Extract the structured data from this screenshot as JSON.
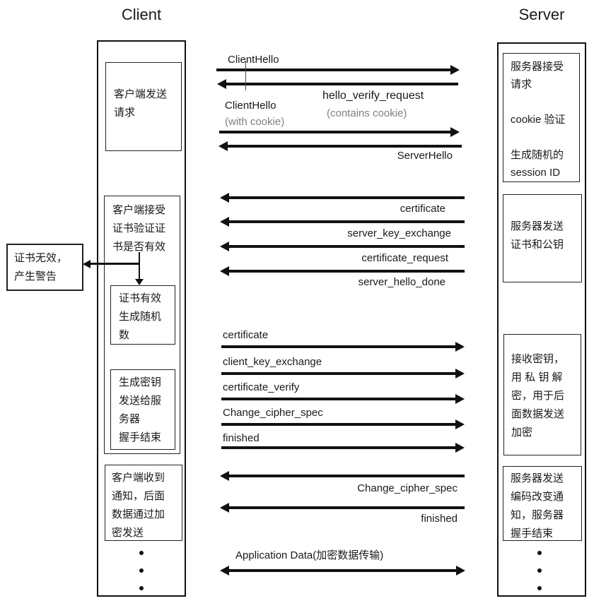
{
  "titles": {
    "client": "Client",
    "server": "Server"
  },
  "client": {
    "box_request": {
      "lines": [
        "客户端发送",
        "请求"
      ]
    },
    "box_accept": {
      "lines": [
        "客户端接受",
        "证书验证证",
        "书是否有效"
      ]
    },
    "box_valid": {
      "lines": [
        "证书有效",
        "生成随机",
        "数"
      ]
    },
    "box_genkey": {
      "lines": [
        "生成密钥",
        "发送给服",
        "务器",
        "握手结束"
      ]
    },
    "box_notice": {
      "lines": [
        "客户端收到",
        "通知，后面",
        "数据通过加",
        "密发送"
      ]
    },
    "ellipsis_dots": 3
  },
  "server": {
    "box_accept": {
      "lines": [
        "服务器接受",
        "请求",
        "",
        "cookie 验证",
        "",
        "生成随机的",
        "session ID"
      ]
    },
    "box_sendcert": {
      "lines": [
        "服务器发送",
        "证书和公钥"
      ]
    },
    "box_recvkey": {
      "lines": [
        "接收密钥，",
        "用 私 钥 解",
        "密，用于后",
        "面数据发送",
        "加密"
      ]
    },
    "box_change": {
      "lines": [
        "服务器发送",
        "编码改变通",
        "知，服务器",
        "握手结束"
      ]
    },
    "ellipsis_dots": 3
  },
  "warning": {
    "lines": [
      "证书无效，",
      "产生警告"
    ]
  },
  "messages": {
    "client_hello_1": "ClientHello",
    "hello_verify_request": "hello_verify_request",
    "contains_cookie": "(contains cookie)",
    "client_hello_2": "ClientHello",
    "with_cookie": "(with cookie)",
    "server_hello": "ServerHello",
    "certificate_s2c": "certificate",
    "server_key_exchange": "server_key_exchange",
    "certificate_request": "certificate_request",
    "server_hello_done": "server_hello_done",
    "certificate_c2s": "certificate",
    "client_key_exchange": "client_key_exchange",
    "certificate_verify": "certificate_verify",
    "change_cipher_spec_c2s": "Change_cipher_spec",
    "finished_c2s": "finished",
    "change_cipher_spec_s2c": "Change_cipher_spec",
    "finished_s2c": "finished",
    "application_data": "Application Data(加密数据传输)"
  },
  "colors": {
    "ink": "#1a1a1a",
    "muted": "#7f7f7f",
    "line": "#111111"
  }
}
